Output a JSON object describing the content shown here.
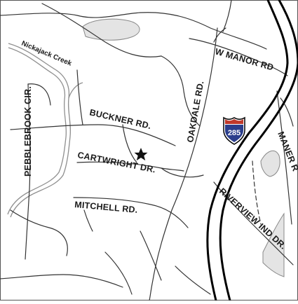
{
  "map": {
    "roads": {
      "pebblebrook": "PEBBLEBROOK CIR.",
      "buckner": "BUCKNER RD.",
      "cartwright": "CARTWRIGHT DR.",
      "mitchell": "MITCHELL RD.",
      "oakdale": "OAKDALE RD.",
      "w_manor": "W MANOR RD",
      "maner": "MANER R",
      "riverview": "RIVERVIEW IND DR."
    },
    "creek": "Nickajack Creek",
    "interstate": {
      "number": "285",
      "shield_blue": "#2b3e8c",
      "shield_red": "#c0392b"
    },
    "marker": {
      "type": "star-icon"
    },
    "colors": {
      "road": "#333333",
      "highway": "#000000",
      "creek": "#9a9a9a",
      "background": "#ffffff"
    }
  }
}
